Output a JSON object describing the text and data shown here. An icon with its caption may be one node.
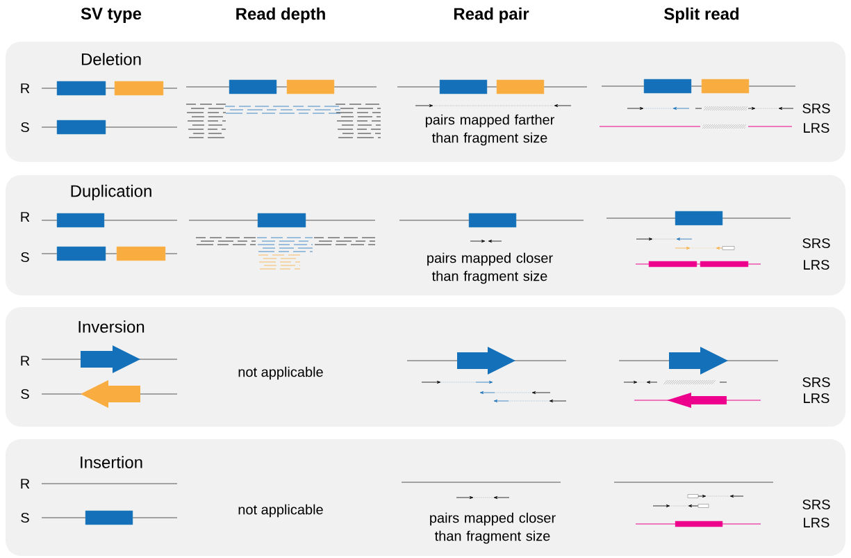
{
  "diagram": {
    "nodes": [
      {
        "text": [
          "Deletion"
        ]
      },
      {
        "text": [
          "Duplication"
        ]
      },
      {
        "text": [
          "Inversion"
        ]
      },
      {
        "text": [
          "Insertion"
        ]
      }
    ],
    "labels": [
      "SV type",
      "Read depth",
      "Read pair",
      "Split read",
      "R",
      "S",
      "pairs mapped farther than fragment size",
      "SRS",
      "LRS",
      "R",
      "S",
      "pairs mapped closer than fragment size",
      "SRS",
      "LRS",
      "R",
      "S",
      "not applicable",
      "SRS",
      "LRS",
      "R",
      "S",
      "not applicable",
      "pairs mapped closer than fragment size",
      "SRS",
      "LRS"
    ]
  }
}
